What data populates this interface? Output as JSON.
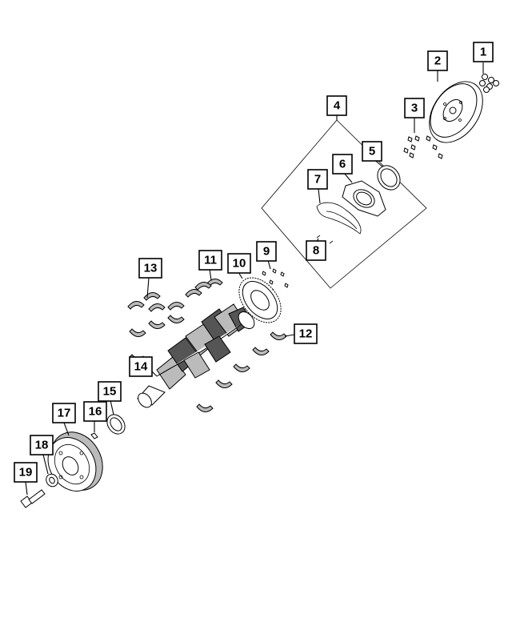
{
  "callouts": [
    {
      "label": "1"
    },
    {
      "label": "2"
    },
    {
      "label": "3"
    },
    {
      "label": "4"
    },
    {
      "label": "5"
    },
    {
      "label": "6"
    },
    {
      "label": "7"
    },
    {
      "label": "8"
    },
    {
      "label": "9"
    },
    {
      "label": "10"
    },
    {
      "label": "11"
    },
    {
      "label": "12"
    },
    {
      "label": "13"
    },
    {
      "label": "14"
    },
    {
      "label": "15"
    },
    {
      "label": "16"
    },
    {
      "label": "17"
    },
    {
      "label": "18"
    },
    {
      "label": "19"
    }
  ]
}
